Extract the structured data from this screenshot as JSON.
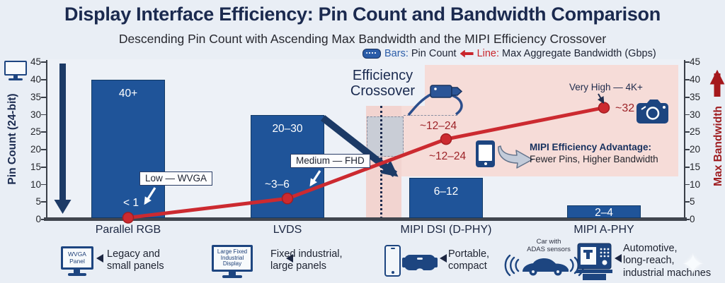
{
  "title": "Display Interface Efficiency: Pin Count and Bandwidth Comparison",
  "subtitle": "Descending Pin Count with Ascending Max Bandwidth and the MIPI Efficiency Crossover",
  "legend": {
    "bars_label": "Bars:",
    "bars_text": "Pin Count",
    "line_label": "Line:",
    "line_text": "Max Aggregate Bandwidth (Gbps)"
  },
  "axes": {
    "left_title": "Pin Count (24-bit)",
    "right_title": "Max Bandwidth",
    "ticks": [
      0,
      5,
      10,
      15,
      20,
      25,
      30,
      35,
      40,
      45
    ],
    "ylim": [
      0,
      45
    ]
  },
  "chart_data": {
    "type": "bar+line",
    "categories": [
      "Parallel RGB",
      "LVDS",
      "MIPI DSI (D-PHY)",
      "MIPI A-PHY"
    ],
    "series": [
      {
        "name": "Pin Count",
        "type": "bar",
        "values": [
          40,
          30,
          12,
          4
        ],
        "value_labels": [
          "40+",
          "20–30",
          "6–12",
          "2–4"
        ]
      },
      {
        "name": "Max Aggregate Bandwidth (Gbps)",
        "type": "line",
        "values": [
          0.5,
          6,
          23,
          32
        ],
        "value_labels": [
          "< 1",
          "~3–6",
          "~12–24",
          "~32"
        ]
      }
    ],
    "extra_point_label": "~12–24",
    "ylim": [
      0,
      45
    ],
    "legend_position": "top-right",
    "colors": {
      "bar": "#1f5499",
      "line": "#cc2a30",
      "pink_zone": "#f6dcd8",
      "navy": "#1b2b50",
      "dark_red": "#9e1b1e"
    }
  },
  "annotations": {
    "efficiency_crossover": "Efficiency\nCrossover",
    "low": "Low — WVGA",
    "medium": "Medium — FHD",
    "very_high": "Very High — 4K+",
    "advantage_title": "MIPI Efficiency Advantage:",
    "advantage_sub": "Fewer Pins, Higher Bandwidth"
  },
  "footer": {
    "items": [
      {
        "interface": "Parallel RGB",
        "icon_text": "WVGA\nPanel",
        "caption": "Legacy and\nsmall panels"
      },
      {
        "interface": "LVDS",
        "icon_text": "Large Fixed\nIndustrial\nDisplay",
        "caption": "Fixed industrial,\nlarge panels"
      },
      {
        "interface": "MIPI DSI (D-PHY)",
        "caption": "Portable,\ncompact"
      },
      {
        "interface": "MIPI A-PHY",
        "icon_label": "Car with\nADAS sensors",
        "caption": "Automotive,\nlong-reach,\nindustrial machines"
      }
    ]
  }
}
